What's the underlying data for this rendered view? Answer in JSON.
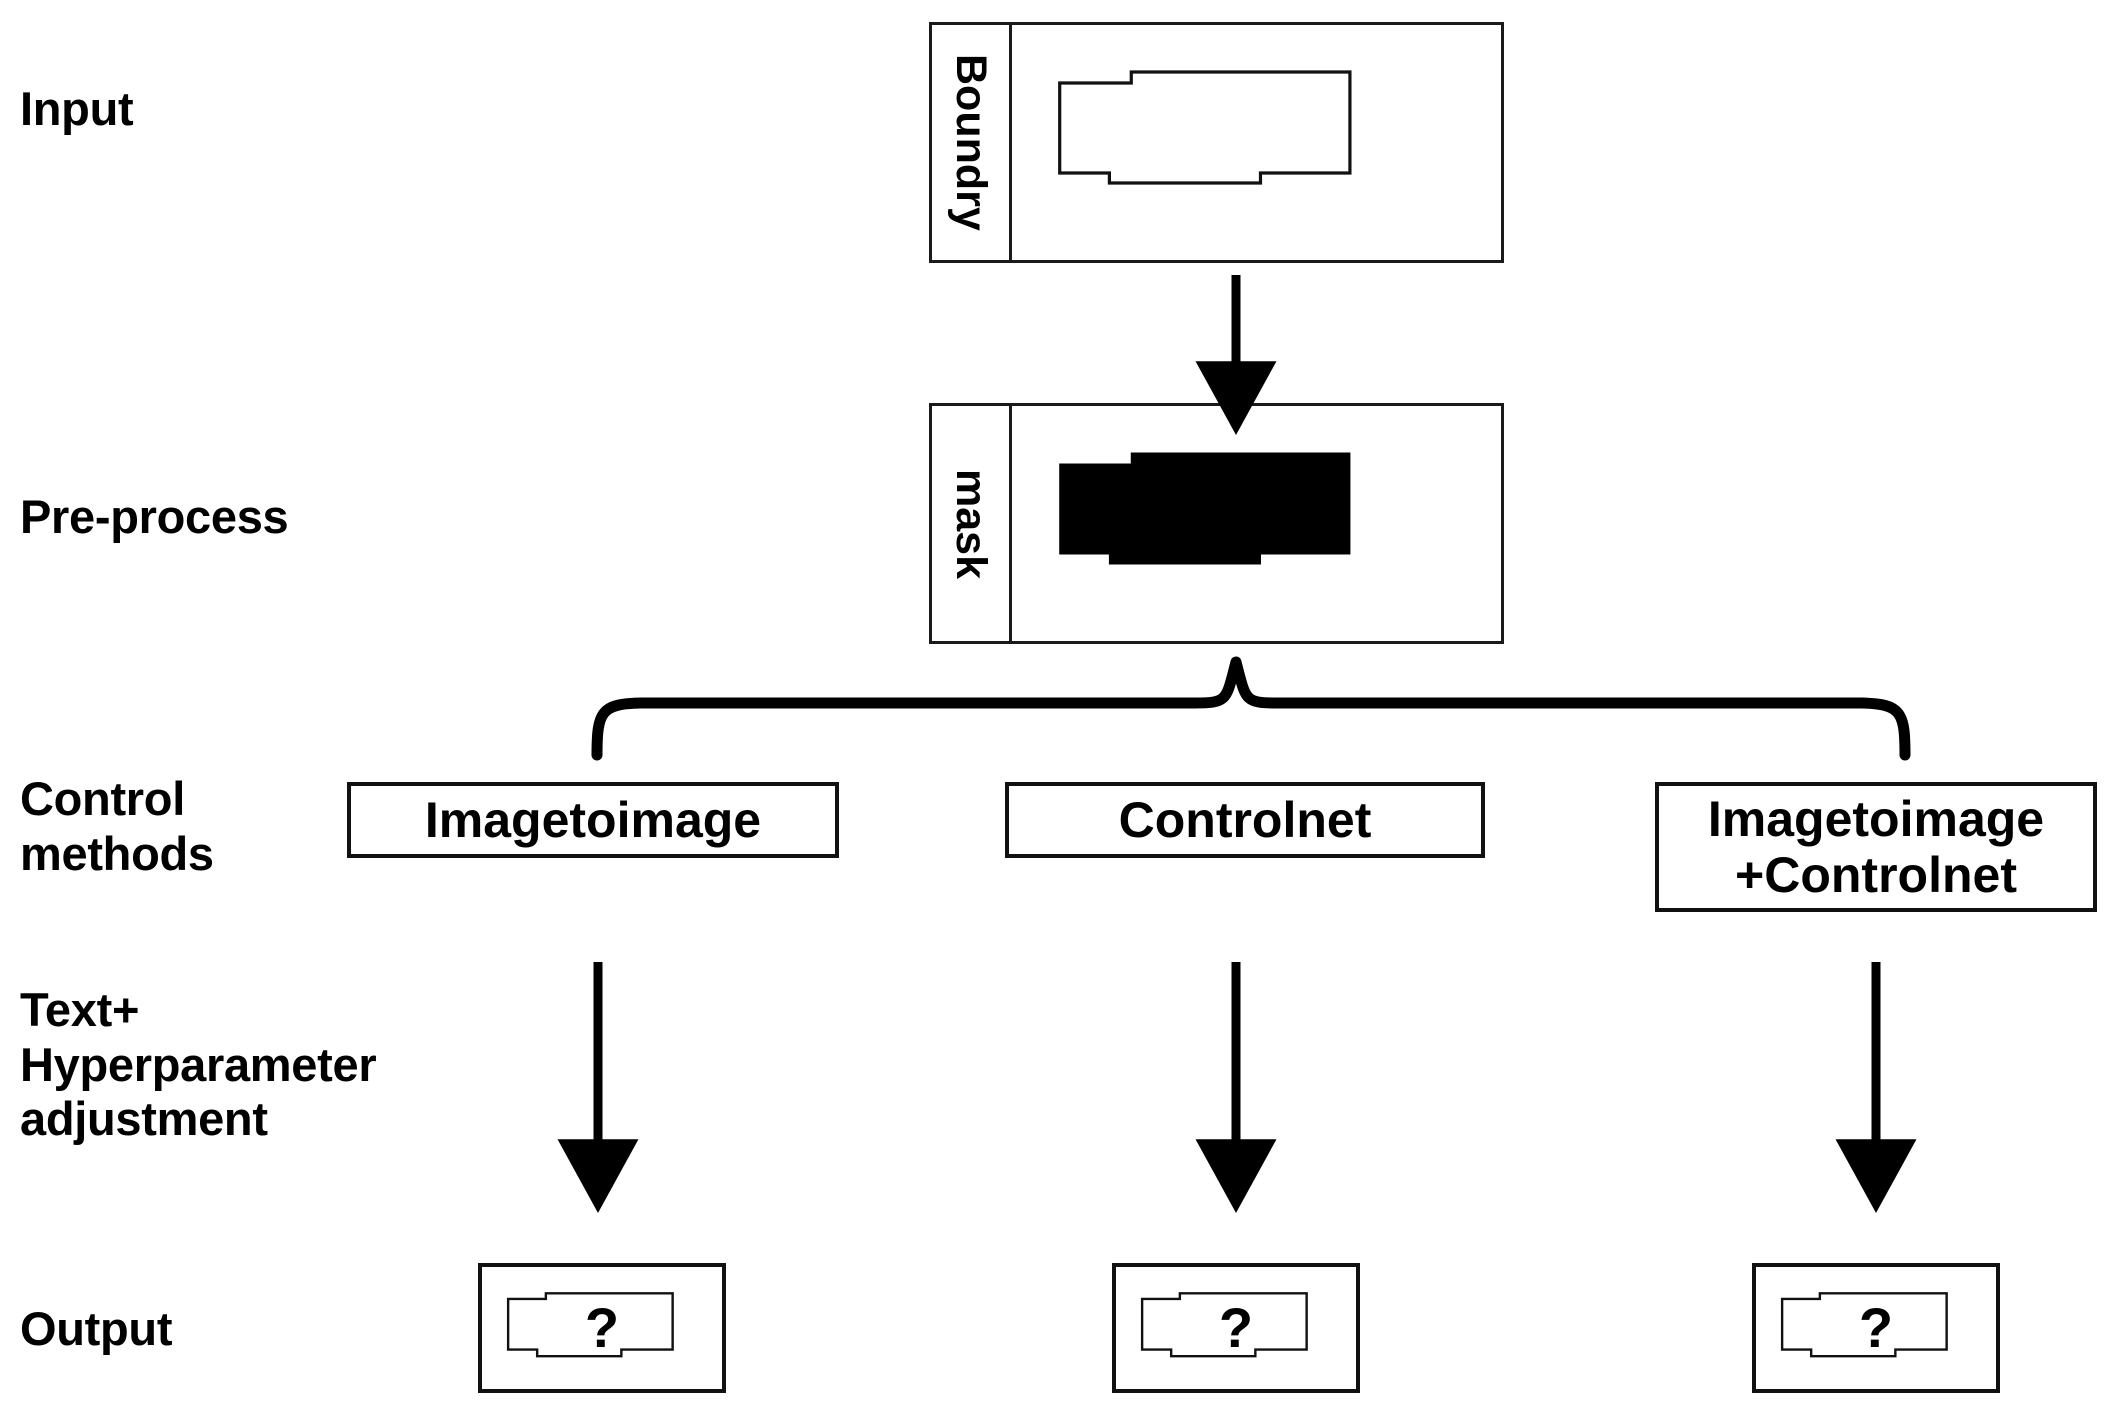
{
  "figure": {
    "type": "flow-diagram",
    "background": "#ffffff",
    "stroke": "#000000"
  },
  "row_labels": [
    {
      "name": "input",
      "text": "Input"
    },
    {
      "name": "pre-process",
      "text": "Pre-process"
    },
    {
      "name": "control-methods",
      "text": "Control\nmethods"
    },
    {
      "name": "text-hyperparameter-adjustment",
      "text": "Text+\nHyperparameter\nadjustment"
    },
    {
      "name": "output",
      "text": "Output"
    }
  ],
  "panels": [
    {
      "name": "boundry",
      "tab_label": "Boundry",
      "shape": "floorplan-outline",
      "fill": "none"
    },
    {
      "name": "mask",
      "tab_label": "mask",
      "shape": "floorplan-filled",
      "fill": "#000000"
    }
  ],
  "control_methods": [
    {
      "name": "imagetoimage",
      "label": "Imagetoimage"
    },
    {
      "name": "controlnet",
      "label": "Controlnet"
    },
    {
      "name": "imagetoimage-plus-controlnet",
      "label": "Imagetoimage\n+Controlnet"
    }
  ],
  "outputs": [
    {
      "name": "output-imagetoimage",
      "label": "?"
    },
    {
      "name": "output-controlnet",
      "label": "?"
    },
    {
      "name": "output-imagetoimage-plus-controlnet",
      "label": "?"
    }
  ],
  "connectors": [
    {
      "name": "arrow-input-to-preprocess",
      "kind": "arrow-down"
    },
    {
      "name": "brace-preprocess-to-methods",
      "kind": "curly-brace-up"
    },
    {
      "name": "arrow-imagetoimage-to-output",
      "kind": "arrow-down"
    },
    {
      "name": "arrow-controlnet-to-output",
      "kind": "arrow-down"
    },
    {
      "name": "arrow-combined-to-output",
      "kind": "arrow-down"
    }
  ]
}
